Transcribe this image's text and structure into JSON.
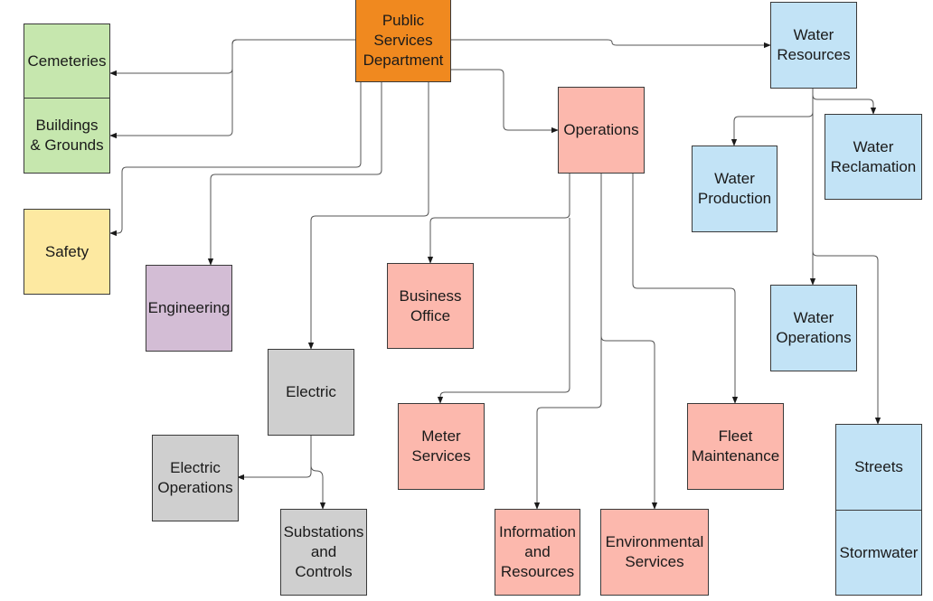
{
  "diagram": {
    "type": "org-chart",
    "nodes": {
      "psd": {
        "label": "Public\nServices\nDepartment",
        "color": "#f0891f"
      },
      "cemeteries": {
        "label": "Cemeteries",
        "color": "#c6e7ae"
      },
      "buildings": {
        "label": "Buildings\n& Grounds",
        "color": "#c6e7ae"
      },
      "safety": {
        "label": "Safety",
        "color": "#fde9a1"
      },
      "engineering": {
        "label": "Engineering",
        "color": "#d3bdd5"
      },
      "electric": {
        "label": "Electric",
        "color": "#cfcfcf"
      },
      "electric_ops": {
        "label": "Electric\nOperations",
        "color": "#cfcfcf"
      },
      "substations": {
        "label": "Substations\nand\nControls",
        "color": "#cfcfcf"
      },
      "operations": {
        "label": "Operations",
        "color": "#fcb8ad"
      },
      "business_office": {
        "label": "Business\nOffice",
        "color": "#fcb8ad"
      },
      "meter_services": {
        "label": "Meter\nServices",
        "color": "#fcb8ad"
      },
      "info_resources": {
        "label": "Information\nand\nResources",
        "color": "#fcb8ad"
      },
      "environmental": {
        "label": "Environmental\nServices",
        "color": "#fcb8ad"
      },
      "fleet": {
        "label": "Fleet\nMaintenance",
        "color": "#fcb8ad"
      },
      "water_resources": {
        "label": "Water\nResources",
        "color": "#c2e3f6"
      },
      "water_production": {
        "label": "Water\nProduction",
        "color": "#c2e3f6"
      },
      "water_reclamation": {
        "label": "Water\nReclamation",
        "color": "#c2e3f6"
      },
      "water_operations": {
        "label": "Water\nOperations",
        "color": "#c2e3f6"
      },
      "streets": {
        "label": "Streets",
        "color": "#c2e3f6"
      },
      "stormwater": {
        "label": "Stormwater",
        "color": "#c2e3f6"
      }
    },
    "edges": [
      {
        "from": "psd",
        "to": "cemeteries"
      },
      {
        "from": "psd",
        "to": "buildings"
      },
      {
        "from": "psd",
        "to": "safety"
      },
      {
        "from": "psd",
        "to": "engineering"
      },
      {
        "from": "psd",
        "to": "electric"
      },
      {
        "from": "psd",
        "to": "operations"
      },
      {
        "from": "psd",
        "to": "water_resources"
      },
      {
        "from": "electric",
        "to": "electric_ops"
      },
      {
        "from": "electric",
        "to": "substations"
      },
      {
        "from": "operations",
        "to": "business_office"
      },
      {
        "from": "operations",
        "to": "meter_services"
      },
      {
        "from": "operations",
        "to": "info_resources"
      },
      {
        "from": "operations",
        "to": "environmental"
      },
      {
        "from": "operations",
        "to": "fleet"
      },
      {
        "from": "water_resources",
        "to": "water_production"
      },
      {
        "from": "water_resources",
        "to": "water_reclamation"
      },
      {
        "from": "water_resources",
        "to": "water_operations"
      },
      {
        "from": "water_resources",
        "to": "streets"
      }
    ]
  }
}
